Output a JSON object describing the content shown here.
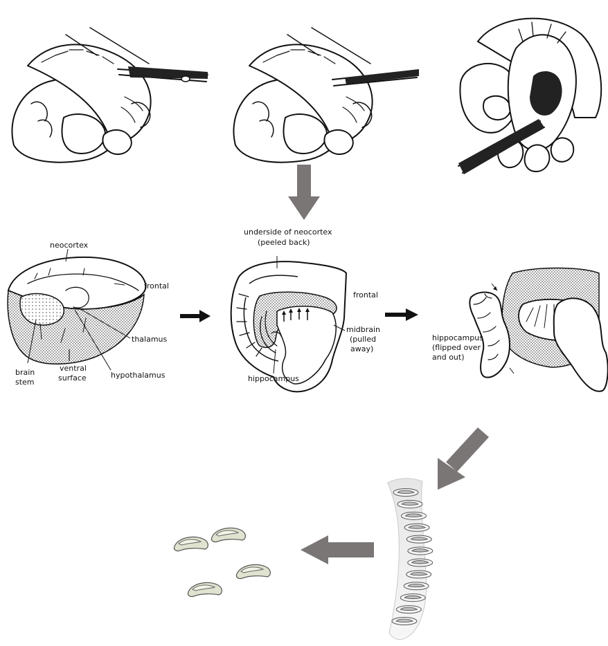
{
  "colors": {
    "arrow_grey": "#7a7676",
    "arrow_black": "#111111",
    "ink": "#111111",
    "slice_fill": "#dfe3cf"
  },
  "panel_top": {
    "steps": [
      "dissection-step-1",
      "dissection-step-2",
      "dissection-step-3"
    ]
  },
  "panel_left_brain": {
    "labels": {
      "neocortex": "neocortex",
      "frontal": "frontal",
      "thalamus": "thalamus",
      "hypothalamus": "hypothalamus",
      "brain_stem_1": "brain",
      "brain_stem_2": "stem",
      "ventral_surface_1": "ventral",
      "ventral_surface_2": "surface"
    }
  },
  "panel_mid_brain": {
    "labels": {
      "underside_1": "underside of neocortex",
      "underside_2": "(peeled back)",
      "frontal": "frontal",
      "midbrain_1": "midbrain",
      "midbrain_2": "(pulled",
      "midbrain_3": "away)",
      "hippocampus": "hippocampus"
    }
  },
  "panel_right_brain": {
    "labels": {
      "hippo_1": "hippocampus",
      "hippo_2": "(flipped over",
      "hippo_3": "and out)"
    }
  },
  "slices": {
    "count_sliced": 12,
    "count_separated": 4
  }
}
